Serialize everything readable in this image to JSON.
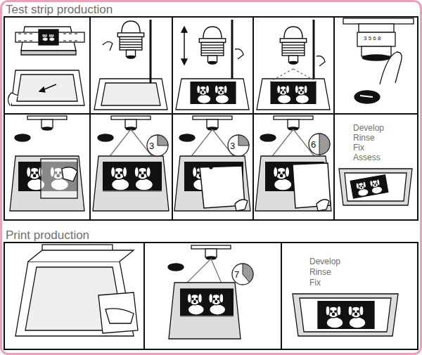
{
  "diagram": {
    "nodes": [
      {
        "text": [
          "Test strip production"
        ]
      },
      {
        "text": [
          "3"
        ],
        "in": 0
      },
      {
        "text": [
          "3"
        ],
        "in": 0
      },
      {
        "text": [
          "6"
        ],
        "in": 0
      },
      {
        "text": [
          "Print production"
        ]
      },
      {
        "text": [
          "7"
        ],
        "in": 4
      }
    ],
    "labels": [
      "Develop",
      "Rinse",
      "Fix",
      "Assess",
      "3 5 6 8",
      "Develop",
      "Rinse",
      "Fix"
    ]
  }
}
